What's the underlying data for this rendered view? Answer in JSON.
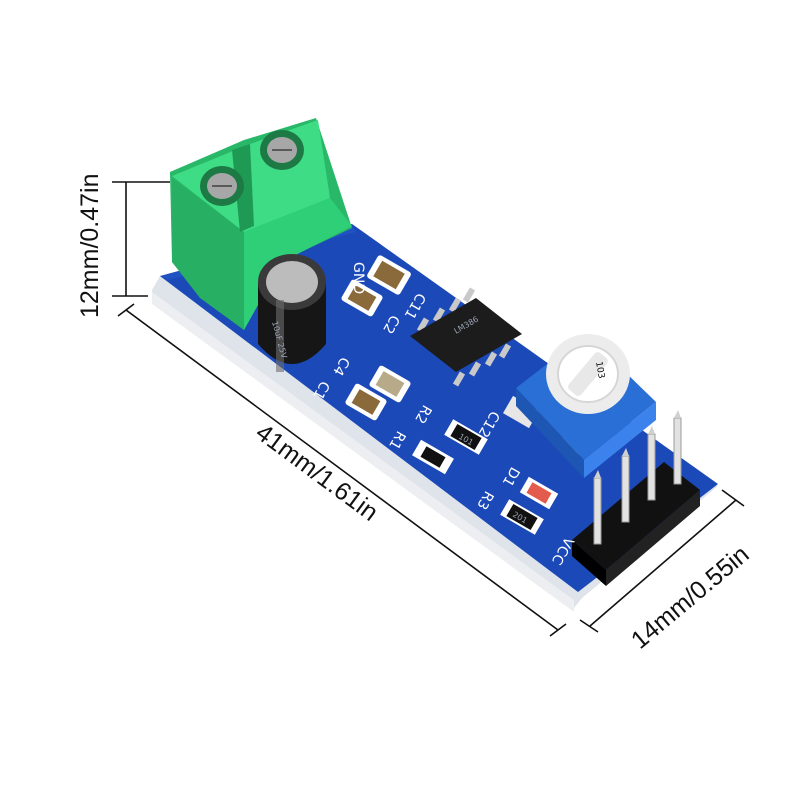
{
  "dimensions": {
    "height_label": "12mm/0.47in",
    "length_label": "41mm/1.61in",
    "width_label": "14mm/0.55in"
  },
  "board": {
    "pcb_color": "#1b49b8",
    "terminal_color": "#2fcf78",
    "pot_color": "#2a6fd6",
    "silkscreen": {
      "c11": "C11",
      "c2": "C2",
      "c4": "C4",
      "c1": "C1",
      "c12": "C12",
      "r2": "R2",
      "r1": "R1",
      "r3": "R3",
      "d1": "D1",
      "gnd": "GND",
      "vcc": "VCC"
    },
    "resistor_code": "101",
    "resistor_code_2": "201",
    "chip_marking": "LM386",
    "pot_marking": "103",
    "cap_marking": "10uF 25V"
  }
}
